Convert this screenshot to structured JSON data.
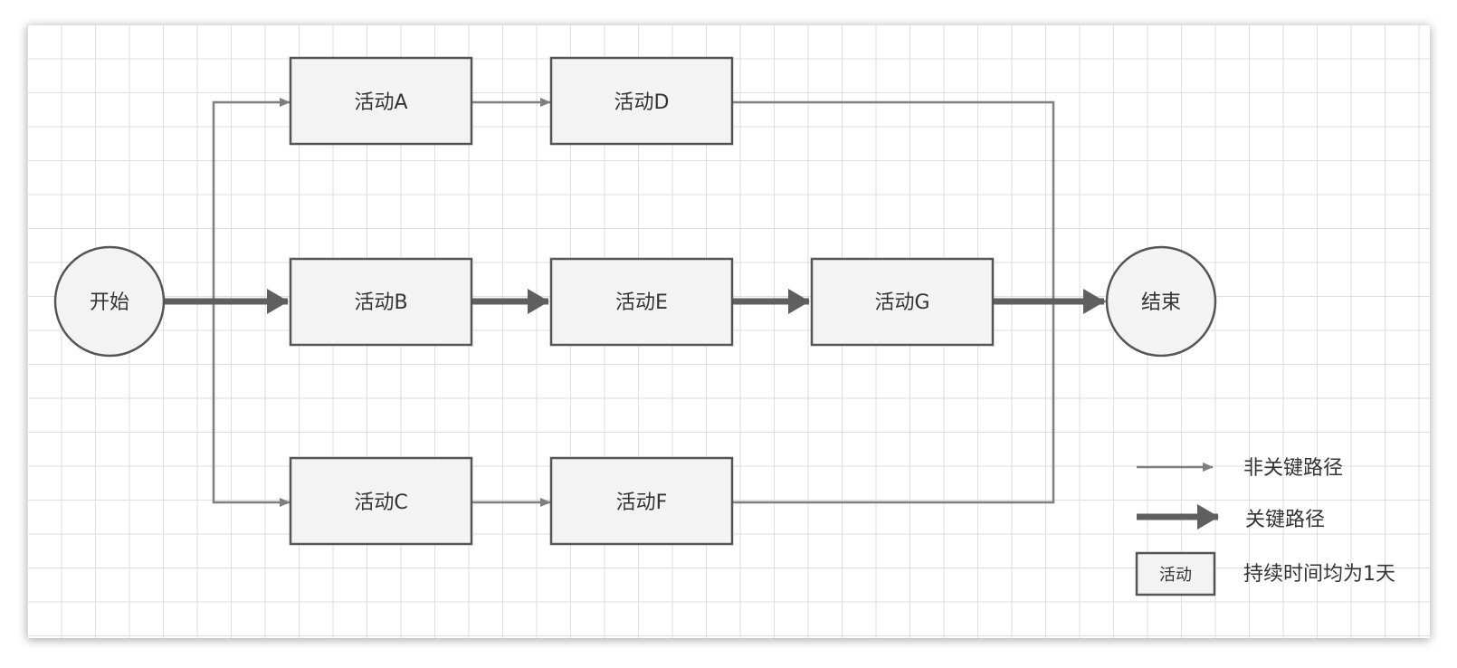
{
  "diagram": {
    "nodes": {
      "start": {
        "label": "开始"
      },
      "end": {
        "label": "结束"
      },
      "A": {
        "label": "活动A"
      },
      "B": {
        "label": "活动B"
      },
      "C": {
        "label": "活动C"
      },
      "D": {
        "label": "活动D"
      },
      "E": {
        "label": "活动E"
      },
      "F": {
        "label": "活动F"
      },
      "G": {
        "label": "活动G"
      }
    },
    "edges": [
      {
        "from": "start",
        "to": "A",
        "type": "non-critical"
      },
      {
        "from": "start",
        "to": "B",
        "type": "critical"
      },
      {
        "from": "start",
        "to": "C",
        "type": "non-critical"
      },
      {
        "from": "A",
        "to": "D",
        "type": "non-critical"
      },
      {
        "from": "B",
        "to": "E",
        "type": "critical"
      },
      {
        "from": "C",
        "to": "F",
        "type": "non-critical"
      },
      {
        "from": "E",
        "to": "G",
        "type": "critical"
      },
      {
        "from": "D",
        "to": "end",
        "type": "non-critical"
      },
      {
        "from": "F",
        "to": "end",
        "type": "non-critical"
      },
      {
        "from": "G",
        "to": "end",
        "type": "critical"
      }
    ],
    "colors": {
      "node_fill": "#f3f3f3",
      "node_stroke": "#555555",
      "thin_arrow": "#7f7f7f",
      "thick_arrow": "#5f5f5f",
      "grid": "#dedede"
    }
  },
  "legend": {
    "non_critical_label": "非关键路径",
    "critical_label": "关键路径",
    "activity_box_label": "活动",
    "duration_note": "持续时间均为1天"
  }
}
